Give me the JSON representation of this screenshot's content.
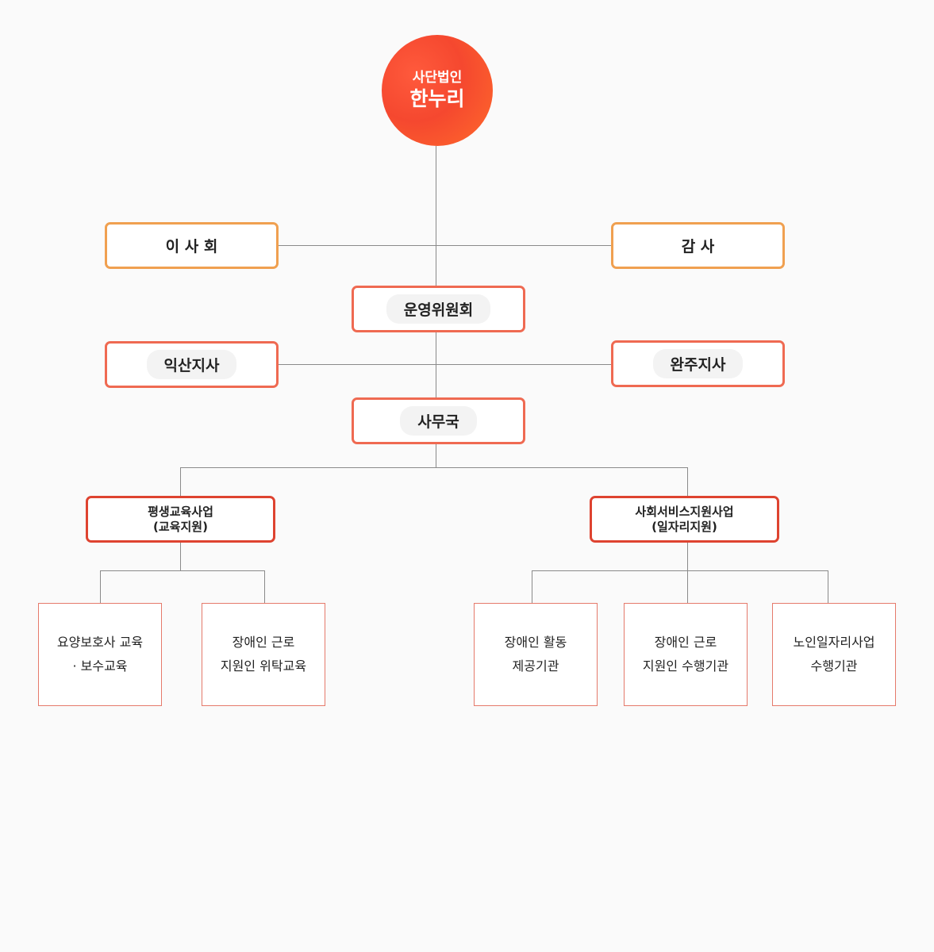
{
  "root": {
    "sub": "사단법인",
    "main": "한누리"
  },
  "board": "이 사 회",
  "audit": "감 사",
  "committee": "운영위원회",
  "branch_left": "익산지사",
  "branch_right": "완주지사",
  "secretariat": "사무국",
  "division_left": {
    "line1": "평생교육사업",
    "line2": "(교육지원)"
  },
  "division_right": {
    "line1": "사회서비스지원사업",
    "line2": "(일자리지원)"
  },
  "leaves": [
    {
      "line1": "요양보호사 교육",
      "line2": "· 보수교육"
    },
    {
      "line1": "장애인 근로",
      "line2": "지원인 위탁교육"
    },
    {
      "line1": "장애인 활동",
      "line2": "제공기관"
    },
    {
      "line1": "장애인 근로",
      "line2": "지원인 수행기관"
    },
    {
      "line1": "노인일자리사업",
      "line2": "수행기관"
    }
  ]
}
